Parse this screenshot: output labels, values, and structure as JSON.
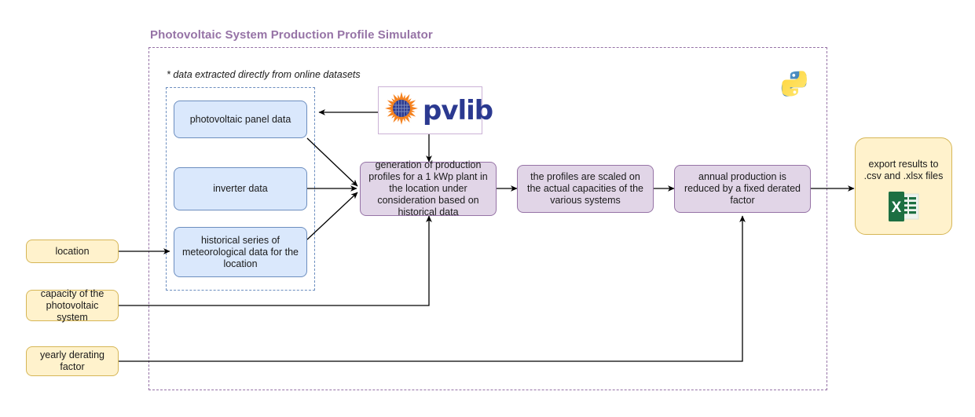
{
  "diagram": {
    "title": "Photovoltaic System Production Profile Simulator",
    "footnote": "* data extracted directly from online datasets",
    "colors": {
      "title": "#9673a6",
      "outer_border": "#9673a6",
      "inner_border": "#6c8ebf",
      "data_fill": "#dae8fc",
      "data_border": "#6c8ebf",
      "process_fill": "#e1d5e7",
      "process_border": "#9673a6",
      "input_fill": "#fff2cc",
      "input_border": "#d6b656",
      "excel_green": "#1d6f42",
      "python_blue": "#3a6fa0",
      "python_yellow": "#f3d34a",
      "pvlib_text": "#2b3990",
      "pvlib_sun": "#f5821f"
    },
    "data_sources": [
      {
        "id": "panel",
        "label": "photovoltaic panel data"
      },
      {
        "id": "inverter",
        "label": "inverter data"
      },
      {
        "id": "meteo",
        "label": "historical series of meteorological data for the location"
      }
    ],
    "inputs": [
      {
        "id": "location",
        "label": "location"
      },
      {
        "id": "capacity",
        "label": "capacity of the photovoltaic system"
      },
      {
        "id": "derating",
        "label": "yearly derating factor"
      }
    ],
    "processes": [
      {
        "id": "generation",
        "label": "generation of production profiles for a 1 kWp plant in the location under consideration based on historical data"
      },
      {
        "id": "scaling",
        "label": "the profiles are scaled on the actual capacities of the various systems"
      },
      {
        "id": "derate",
        "label": "annual production is reduced by a fixed derated factor"
      }
    ],
    "output": {
      "id": "export",
      "label": "export results to .csv and .xlsx files"
    },
    "logos": {
      "pvlib": {
        "name": "pvlib-logo",
        "text": "pvlib"
      },
      "python": {
        "name": "python-logo"
      },
      "excel": {
        "name": "excel-icon",
        "letter": "X"
      }
    }
  }
}
